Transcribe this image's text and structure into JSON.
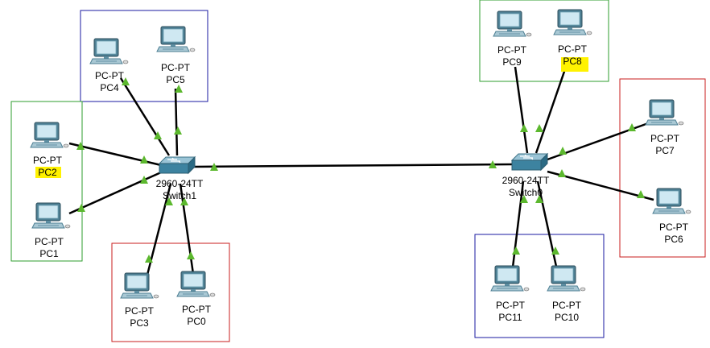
{
  "colors": {
    "green_box": "#2e9e2e",
    "blue_box": "#1a1aa0",
    "red_box": "#c81e1e",
    "link": "#000000",
    "port_up": "#5cb82e",
    "highlight": "#fff200"
  },
  "devices": [
    {
      "id": "PC4",
      "icon": "pc-icon",
      "type_label": "PC-PT",
      "name": "PC4",
      "highlighted": false
    },
    {
      "id": "PC5",
      "icon": "pc-icon",
      "type_label": "PC-PT",
      "name": "PC5",
      "highlighted": false
    },
    {
      "id": "PC2",
      "icon": "pc-icon",
      "type_label": "PC-PT",
      "name": "PC2",
      "highlighted": true
    },
    {
      "id": "PC1",
      "icon": "pc-icon",
      "type_label": "PC-PT",
      "name": "PC1",
      "highlighted": false
    },
    {
      "id": "PC3",
      "icon": "pc-icon",
      "type_label": "PC-PT",
      "name": "PC3",
      "highlighted": false
    },
    {
      "id": "PC0",
      "icon": "pc-icon",
      "type_label": "PC-PT",
      "name": "PC0",
      "highlighted": false
    },
    {
      "id": "PC9",
      "icon": "pc-icon",
      "type_label": "PC-PT",
      "name": "PC9",
      "highlighted": false
    },
    {
      "id": "PC8",
      "icon": "pc-icon",
      "type_label": "PC-PT",
      "name": "PC8",
      "highlighted": true
    },
    {
      "id": "PC7",
      "icon": "pc-icon",
      "type_label": "PC-PT",
      "name": "PC7",
      "highlighted": false
    },
    {
      "id": "PC6",
      "icon": "pc-icon",
      "type_label": "PC-PT",
      "name": "PC6",
      "highlighted": false
    },
    {
      "id": "PC11",
      "icon": "pc-icon",
      "type_label": "PC-PT",
      "name": "PC11",
      "highlighted": false
    },
    {
      "id": "PC10",
      "icon": "pc-icon",
      "type_label": "PC-PT",
      "name": "PC10",
      "highlighted": false
    },
    {
      "id": "Switch1",
      "icon": "switch-icon",
      "type_label": "2960-24TT",
      "name": "Switch1",
      "highlighted": false
    },
    {
      "id": "Switch0",
      "icon": "switch-icon",
      "type_label": "2960-24TT",
      "name": "Switch0",
      "highlighted": false
    }
  ],
  "links": [
    {
      "from": "Switch1",
      "to": "PC4"
    },
    {
      "from": "Switch1",
      "to": "PC5"
    },
    {
      "from": "Switch1",
      "to": "PC2"
    },
    {
      "from": "Switch1",
      "to": "PC1"
    },
    {
      "from": "Switch1",
      "to": "PC3"
    },
    {
      "from": "Switch1",
      "to": "PC0"
    },
    {
      "from": "Switch1",
      "to": "Switch0"
    },
    {
      "from": "Switch0",
      "to": "PC9"
    },
    {
      "from": "Switch0",
      "to": "PC8"
    },
    {
      "from": "Switch0",
      "to": "PC7"
    },
    {
      "from": "Switch0",
      "to": "PC6"
    },
    {
      "from": "Switch0",
      "to": "PC11"
    },
    {
      "from": "Switch0",
      "to": "PC10"
    }
  ],
  "groups": [
    {
      "id": "group-pc4-pc5",
      "color_key": "blue_box",
      "members": [
        "PC4",
        "PC5"
      ]
    },
    {
      "id": "group-pc2-pc1",
      "color_key": "green_box",
      "members": [
        "PC2",
        "PC1"
      ]
    },
    {
      "id": "group-pc3-pc0",
      "color_key": "red_box",
      "members": [
        "PC3",
        "PC0"
      ]
    },
    {
      "id": "group-pc9-pc8",
      "color_key": "green_box",
      "members": [
        "PC9",
        "PC8"
      ]
    },
    {
      "id": "group-pc7-pc6",
      "color_key": "red_box",
      "members": [
        "PC7",
        "PC6"
      ]
    },
    {
      "id": "group-pc11-pc10",
      "color_key": "blue_box",
      "members": [
        "PC11",
        "PC10"
      ]
    }
  ]
}
